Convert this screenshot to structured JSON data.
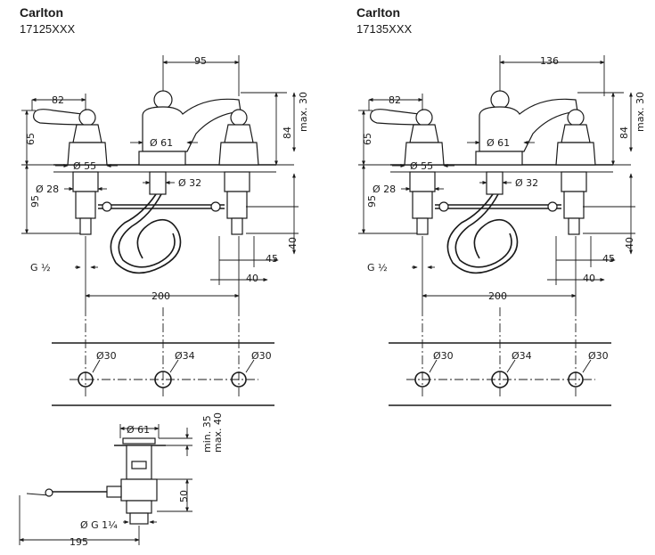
{
  "left": {
    "title": "Carlton",
    "code": "17125XXX",
    "spout_width": "95"
  },
  "right": {
    "title": "Carlton",
    "code": "17135XXX",
    "spout_width": "136"
  },
  "dims": {
    "handle": "82",
    "h65": "65",
    "h84": "84",
    "max30": "max. 30",
    "d61": "Ø 61",
    "d55": "Ø 55",
    "d28": "Ø 28",
    "d32": "Ø 32",
    "h95": "95",
    "h40": "40",
    "w45": "45",
    "w40": "40",
    "thread": "G ½",
    "spacing": "200"
  },
  "holes": [
    "Ø30",
    "Ø34",
    "Ø30"
  ],
  "drain": {
    "d61": "Ø 61",
    "min35": "min. 35",
    "max40": "max. 40",
    "h50": "50",
    "thread": "Ø G 1¼",
    "len": "195"
  }
}
